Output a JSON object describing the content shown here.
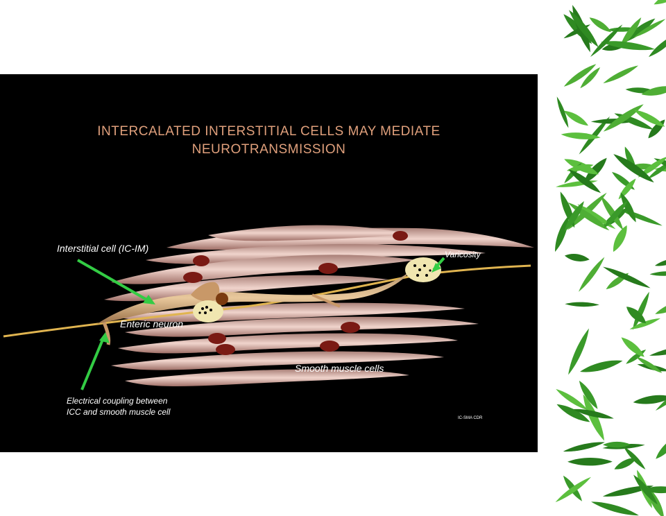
{
  "slide": {
    "title_line1": "INTERCALATED INTERSTITIAL CELLS MAY MEDIATE",
    "title_line2": "NEUROTRANSMISSION",
    "credit": "IC-SMA CDR"
  },
  "labels": {
    "interstitial_cell": "Interstitial cell (IC-IM)",
    "varicosity": "Varicosity",
    "enteric_neuron": "Enteric neuron",
    "smooth_muscle": "Smooth muscle cells",
    "coupling_line1": "Electrical coupling between",
    "coupling_line2": "ICC and smooth muscle cell"
  },
  "colors": {
    "title": "#e0a07c",
    "arrow": "#33cc44",
    "muscle_fill": "#e8c4bc",
    "nucleus": "#7a1a14",
    "axon": "#d9a94a",
    "bamboo_leaf": "#3a9a2a"
  },
  "decoration": {
    "right_border": "bamboo-leaves-icon"
  }
}
